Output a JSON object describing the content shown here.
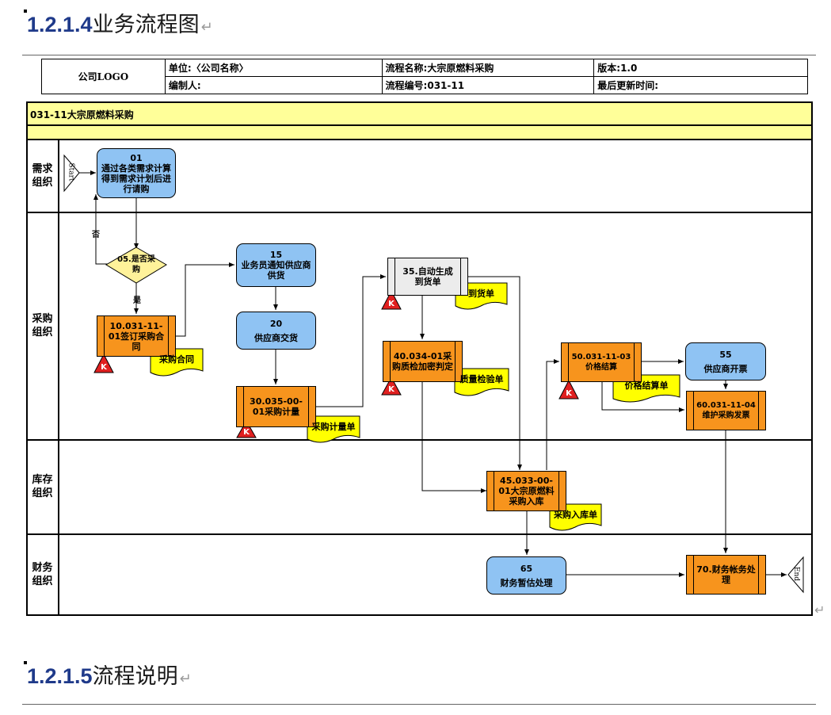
{
  "headings": {
    "h1_num": "1.2.1.4",
    "h1_text": "业务流程图",
    "h2_num": "1.2.1.5",
    "h2_text": "流程说明",
    "return_mark": "↵"
  },
  "header_table": {
    "logo": "公司LOGO",
    "unit": "单位:〈公司名称〉",
    "process_name": "流程名称:大宗原燃料采购",
    "version": "版本:1.0",
    "editor": "编制人:",
    "process_no": "流程编号:031-11",
    "last_updated": "最后更新时间:"
  },
  "diagram": {
    "title": "031-11大宗原燃料采购",
    "lanes": [
      "需求\n组织",
      "采购\n组织",
      "库存\n组织",
      "财务\n组织"
    ],
    "start_label": "Start",
    "end_label": "End",
    "nodes": {
      "n01": {
        "id": "01",
        "text": "通过各类需求计算得到需求计划后进行请购"
      },
      "n05": {
        "text": "05.是否采购"
      },
      "n10": {
        "text": "10.031-11-01签订采购合同"
      },
      "n15": {
        "id": "15",
        "text": "业务员通知供应商供货"
      },
      "n20": {
        "id": "20",
        "text": "供应商交货"
      },
      "n30": {
        "text": "30.035-00-01采购计量"
      },
      "n35": {
        "text": "35.自动生成到货单"
      },
      "n40": {
        "text": "40.034-01采购质检加密判定"
      },
      "n45": {
        "text": "45.033-00-01大宗原燃料采购入库"
      },
      "n50": {
        "text": "50.031-11-03价格结算"
      },
      "n55": {
        "id": "55",
        "text": "供应商开票"
      },
      "n60": {
        "text": "60.031-11-04维护采购发票"
      },
      "n65": {
        "id": "65",
        "text": "财务暂估处理"
      },
      "n70": {
        "text": "70.财务帐务处理"
      }
    },
    "documents": {
      "d1": "采购合同",
      "d2": "采购计量单",
      "d3": "到货单",
      "d4": "质量检验单",
      "d5": "价格结算单",
      "d6": "采购入库单"
    },
    "edge_labels": {
      "no": "否",
      "yes": "是"
    },
    "k_marker": "K",
    "colors": {
      "title_band": "#ffff99",
      "task_blue": "#8fc3f3",
      "task_orange": "#f7941d",
      "decision": "#fff29a",
      "document": "#ffff00",
      "k_marker": "#e02020"
    }
  }
}
